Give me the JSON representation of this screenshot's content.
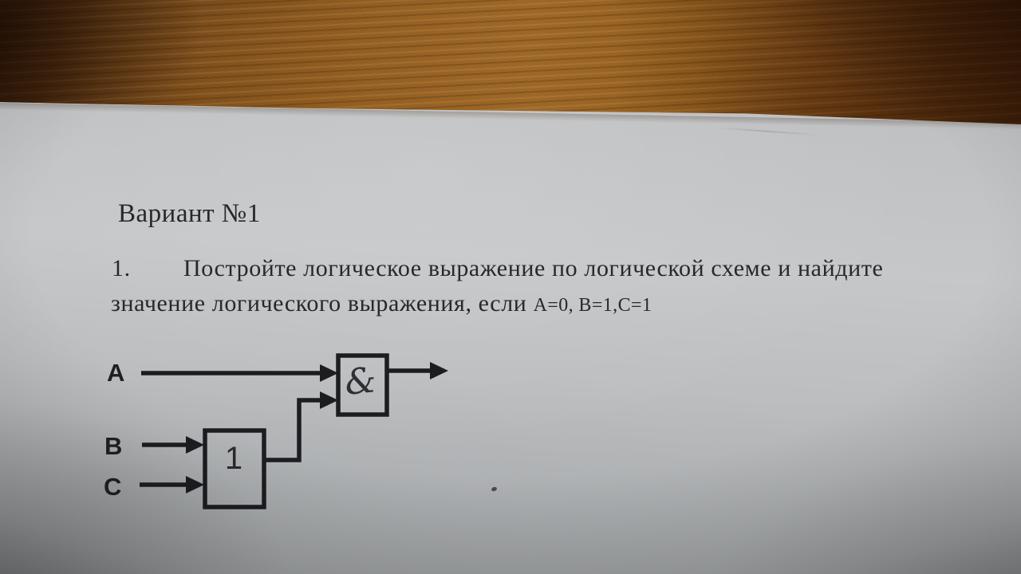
{
  "document": {
    "title": "Вариант №1",
    "task": {
      "number": "1.",
      "line1": "Постройте логическое выражение по логической схеме и найдите",
      "line2": "значение логического выражения, если",
      "conditions": "А=0, В=1,С=1"
    }
  },
  "diagram": {
    "type": "logic-circuit",
    "input_labels": [
      "A",
      "B",
      "C"
    ],
    "gates": [
      {
        "id": "gate-or",
        "label": "1",
        "gate_type": "OR",
        "inputs": [
          "B",
          "C"
        ]
      },
      {
        "id": "gate-and",
        "label": "&",
        "gate_type": "AND",
        "handwritten_label": true,
        "inputs": [
          "A",
          "gate-or"
        ]
      }
    ]
  },
  "colors": {
    "ink": "#26262a",
    "diagram_stroke": "#1d1d21",
    "paper": "#bfc1c3",
    "wood_mid": "#9a6526",
    "wood_dark": "#4a2610"
  }
}
